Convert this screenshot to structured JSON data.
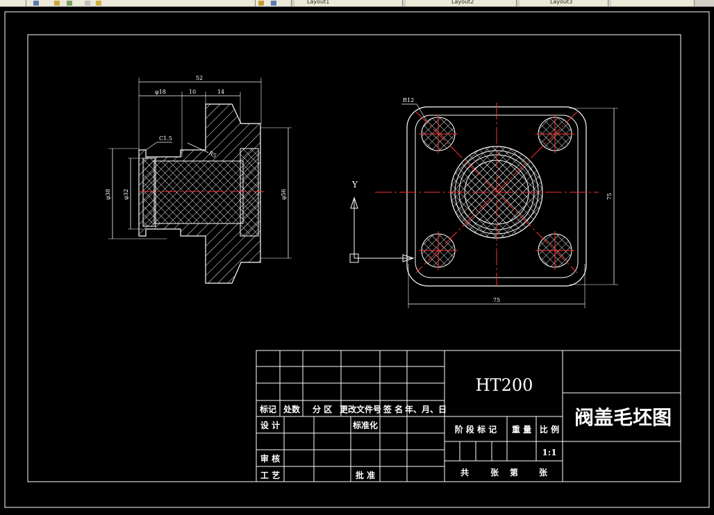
{
  "toolbar": {
    "tabs": [
      {
        "label": "Layout1"
      },
      {
        "label": "Layout2"
      },
      {
        "label": "Layout3"
      }
    ]
  },
  "drawing": {
    "dims": {
      "overall_length": "52",
      "phi18": "φ18",
      "len10": "10",
      "len14": "14",
      "chamfer": "C1.5",
      "r5": "R5",
      "phi38": "φ38",
      "phi32": "φ32",
      "phi56": "φ56",
      "hole_r12": "R12",
      "width75": "75",
      "height75": "75"
    },
    "ucs": {
      "y_label": "Y"
    }
  },
  "title_block": {
    "material": "HT200",
    "drawing_title": "阀盖毛坯图",
    "header_row": [
      "标记",
      "处数",
      "分 区",
      "更改文件号",
      "签 名",
      "年、月、日"
    ],
    "designer": "设 计",
    "standardization": "标准化",
    "reviewer": "审 核",
    "process": "工 艺",
    "approval": "批 准",
    "stage_mark": "阶 段 标 记",
    "weight": "重 量",
    "scale_label": "比 例",
    "scale_value": "1:1",
    "sheet_total": "共",
    "sheet_unit1": "张",
    "sheet_num": "第",
    "sheet_unit2": "张"
  }
}
